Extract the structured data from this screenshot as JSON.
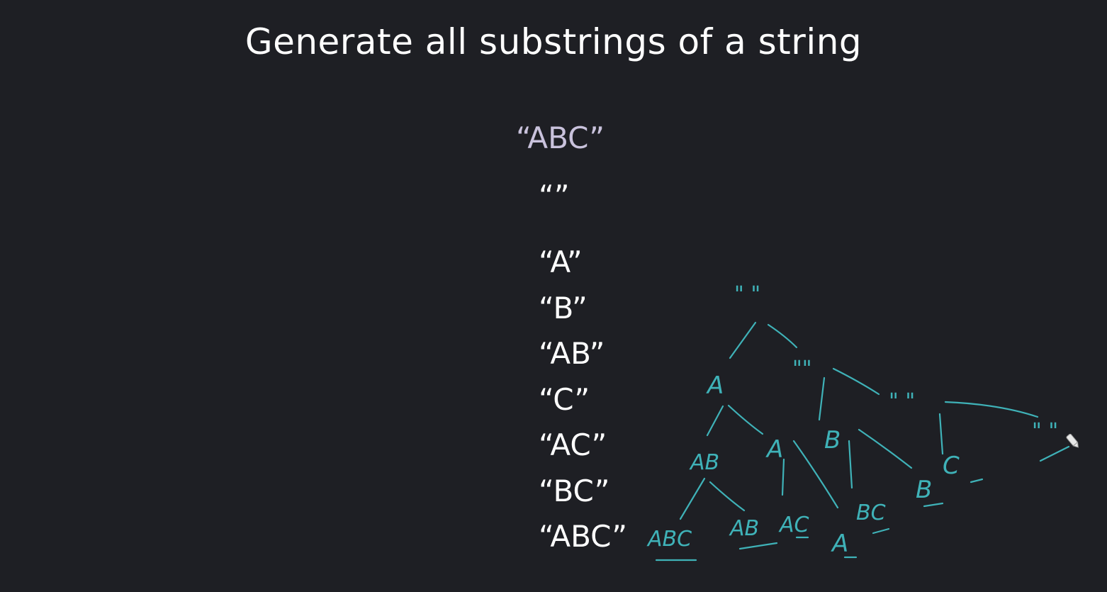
{
  "title": "Generate all substrings of a string",
  "input_string": "“ABC”",
  "empty_string": "“”",
  "substrings": [
    "“A”",
    "“B”",
    "“AB”",
    "“C”",
    "“AC”",
    "“BC”",
    "“ABC”"
  ],
  "tree": {
    "root": "\" \"",
    "level1": [
      "A",
      "\"\""
    ],
    "level2": [
      "AB",
      "A",
      "B",
      "\" \""
    ],
    "level3": [
      "ABC",
      "AB",
      "AC",
      "A",
      "BC",
      "B",
      "C",
      "\" \""
    ]
  },
  "colors": {
    "background": "#1e1f24",
    "text": "#ffffff",
    "input_string": "#c9c2dc",
    "ink": "#3fb2b8"
  },
  "icons": [
    "pen-cursor-icon"
  ]
}
